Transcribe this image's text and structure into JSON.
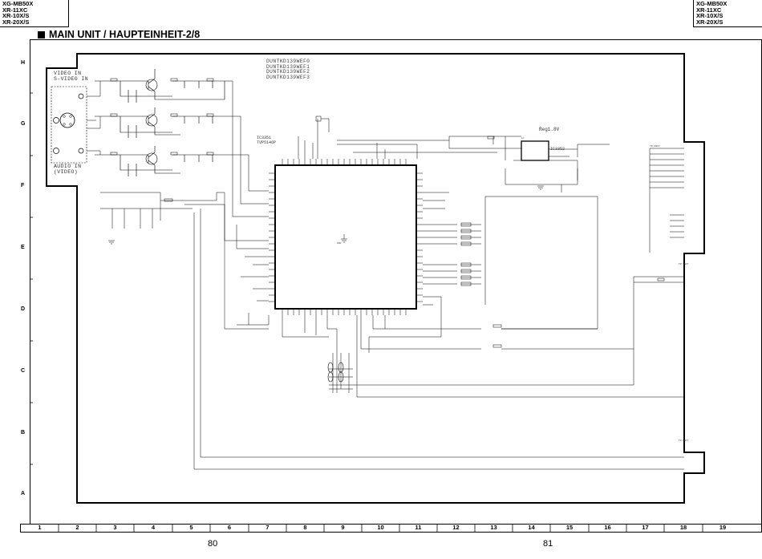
{
  "header": {
    "models_left": [
      "XG-MB50X",
      "XR-11XC",
      "XR-10X/S",
      "XR-20X/S"
    ],
    "models_right": [
      "XG-MB50X",
      "XR-11XC",
      "XR-10X/S",
      "XR-20X/S"
    ],
    "title": "MAIN UNIT / HAUPTEINHEIT-2/8"
  },
  "grid": {
    "rows": [
      "H",
      "G",
      "F",
      "E",
      "D",
      "C",
      "B",
      "A"
    ],
    "columns": [
      "1",
      "2",
      "3",
      "4",
      "5",
      "6",
      "7",
      "8",
      "9",
      "10",
      "11",
      "12",
      "13",
      "14",
      "15",
      "16",
      "17",
      "18",
      "19"
    ]
  },
  "pages": {
    "left": "80",
    "right": "81"
  },
  "schematic": {
    "part_numbers": [
      "DUNTKD139WEF0",
      "DUNTKD139WEF1",
      "DUNTKD139WEF2",
      "DUNTKD139WEF3"
    ],
    "ic_main": {
      "ref": "IC3351",
      "part": "TVP5146P"
    },
    "ic_reg": {
      "ref": "IC3352",
      "label": "Reg1.8V"
    },
    "inputs": {
      "video_in": "VIDEO IN",
      "svideo_in": "S-VIDEO IN",
      "audio_in": "AUDIO IN",
      "audio_sub": "(VIDEO)"
    }
  }
}
